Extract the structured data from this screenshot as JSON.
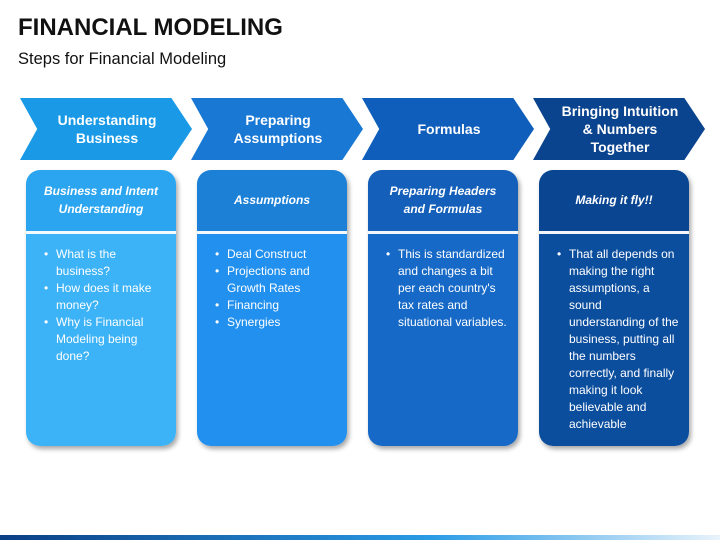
{
  "title": "FINANCIAL MODELING",
  "subtitle": "Steps for Financial Modeling",
  "steps": [
    {
      "arrow_label": "Understanding Business",
      "sub_label": "Business and Intent Understanding",
      "bullets": [
        "What is the business?",
        "How does it make money?",
        "Why is Financial Modeling being done?"
      ],
      "arrow_color": "#1a9ae6",
      "head_color": "#2ba5f0",
      "body_color": "#3cb2f7"
    },
    {
      "arrow_label": "Preparing Assumptions",
      "sub_label": "Assumptions",
      "bullets": [
        "Deal Construct",
        "Projections and Growth Rates",
        "Financing",
        "Synergies"
      ],
      "arrow_color": "#1878d4",
      "head_color": "#1c80d6",
      "body_color": "#2290ee"
    },
    {
      "arrow_label": "Formulas",
      "sub_label": "Preparing Headers and Formulas",
      "bullets": [
        "This is standardized and changes a bit per each country's tax rates and situational variables."
      ],
      "arrow_color": "#0f5ebb",
      "head_color": "#135fb9",
      "body_color": "#1669c6"
    },
    {
      "arrow_label": "Bringing Intuition & Numbers Together",
      "sub_label": "Making it fly!!",
      "bullets": [
        "That all depends on making the right assumptions, a sound understanding of the business, putting all the numbers correctly, and finally making it look believable and achievable"
      ],
      "arrow_color": "#0a438e",
      "head_color": "#0a4592",
      "body_color": "#0c4e9e"
    }
  ]
}
